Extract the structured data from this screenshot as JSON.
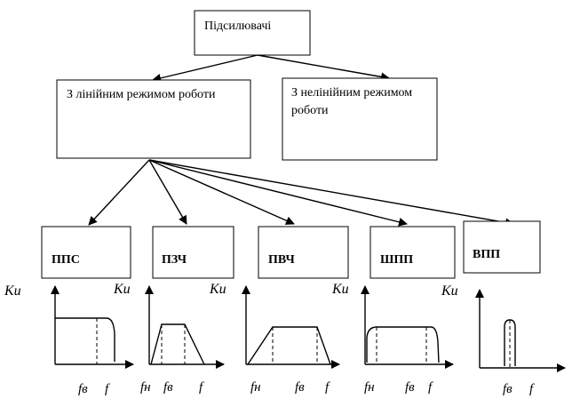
{
  "colors": {
    "stroke": "#000000",
    "background": "#ffffff"
  },
  "root": {
    "label": "Підсилювачі"
  },
  "categories": {
    "linear": "З лінійним режимом роботи",
    "nonlinear_line1": "З нелінійним режимом",
    "nonlinear_line2": "роботи"
  },
  "amplifiers": [
    {
      "abbr": "ППС"
    },
    {
      "abbr": "ПЗЧ"
    },
    {
      "abbr": "ПВЧ"
    },
    {
      "abbr": "ШПП"
    },
    {
      "abbr": "ВПП"
    }
  ],
  "graphs": {
    "y_axis_label": "Ku",
    "labels": {
      "pps": [
        "fв",
        "f"
      ],
      "pzch": [
        "fн",
        "fв",
        "f"
      ],
      "pvch": [
        "fн",
        "fв",
        "f"
      ],
      "shpp": [
        "fн",
        "fв",
        "f"
      ],
      "vpp": [
        "fв",
        "f"
      ]
    }
  }
}
